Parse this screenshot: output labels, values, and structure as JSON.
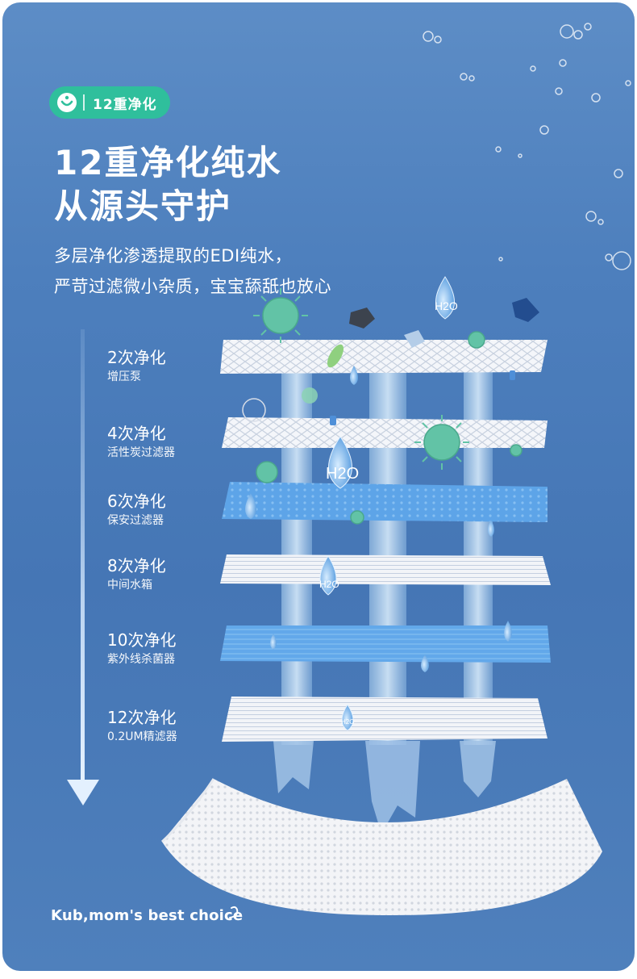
{
  "badge": {
    "icon": "smile-icon",
    "label": "12重净化"
  },
  "headline": {
    "line1": "12重净化纯水",
    "line2": "从源头守护"
  },
  "subtitle": {
    "line1": "多层净化渗透提取的EDI纯水，",
    "line2": "严苛过滤微小杂质，宝宝舔舐也放心"
  },
  "steps": [
    {
      "title": "2次净化",
      "desc": "增压泵"
    },
    {
      "title": "4次净化",
      "desc": "活性炭过滤器"
    },
    {
      "title": "6次净化",
      "desc": "保安过滤器"
    },
    {
      "title": "8次净化",
      "desc": "中间水箱"
    },
    {
      "title": "10次净化",
      "desc": "紫外线杀菌器"
    },
    {
      "title": "12次净化",
      "desc": "0.2UM精滤器"
    }
  ],
  "water_labels": {
    "top": "H2O",
    "mid": "H2O",
    "low": "H2O",
    "bottom": "H2O"
  },
  "footer": {
    "tagline": "Kub,mom's best choice"
  },
  "colors": {
    "background": "#4a7bb9",
    "badge": "#2fbf9c",
    "white_layer": "#f3f5f9",
    "blue_layer": "#5aa2e6",
    "germ": "#5fc2a6"
  }
}
